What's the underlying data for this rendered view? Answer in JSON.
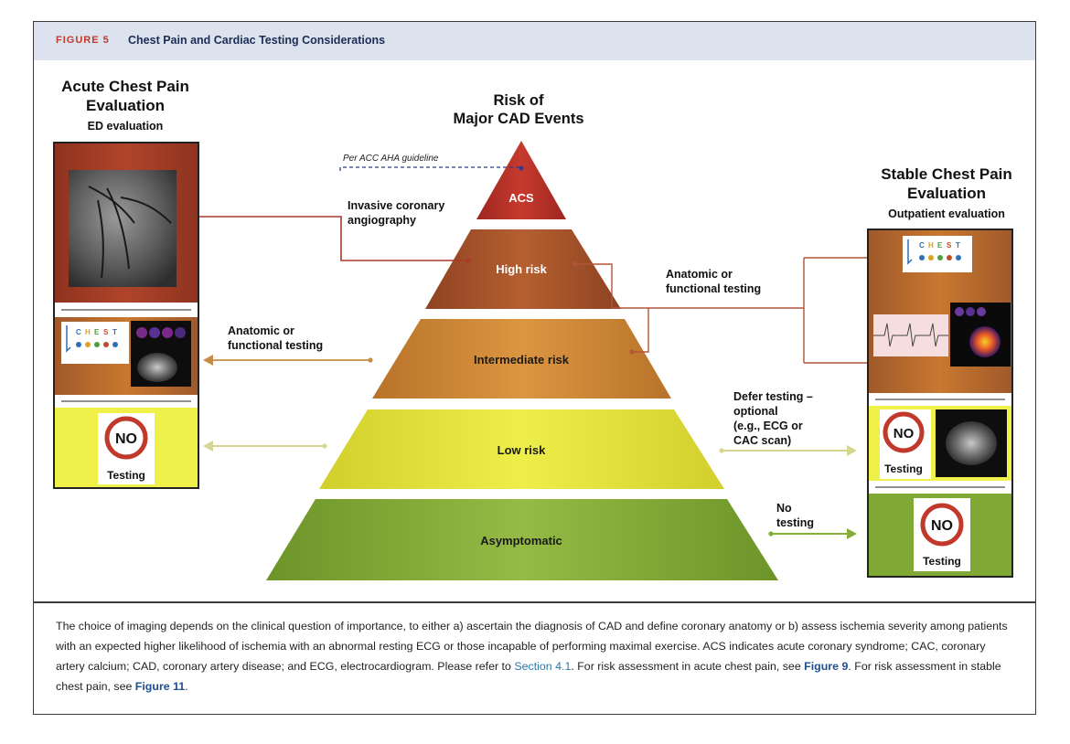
{
  "header": {
    "figure_number": "FIGURE 5",
    "figure_title": "Chest Pain and Cardiac Testing Considerations"
  },
  "left_panel": {
    "title_line1": "Acute Chest Pain",
    "title_line2": "Evaluation",
    "subtitle": "ED evaluation",
    "no_label": "NO",
    "testing_label": "Testing"
  },
  "right_panel": {
    "title_line1": "Stable Chest Pain",
    "title_line2": "Evaluation",
    "subtitle": "Outpatient evaluation",
    "no_label": "NO",
    "testing_label": "Testing"
  },
  "pyramid": {
    "title_line1": "Risk of",
    "title_line2": "Major CAD Events",
    "levels": [
      "ACS",
      "High risk",
      "Intermediate risk",
      "Low risk",
      "Asymptomatic"
    ],
    "colors": {
      "acs": "#b82f27",
      "high": "#a8532a",
      "intermediate": "#d18a36",
      "low": "#e2e23a",
      "asymptomatic": "#86ad3a"
    }
  },
  "annotations": {
    "guideline": "Per ACC AHA guideline",
    "invasive_line1": "Invasive coronary",
    "invasive_line2": "angiography",
    "anatomic_right_line1": "Anatomic or",
    "anatomic_right_line2": "functional testing",
    "anatomic_left_line1": "Anatomic or",
    "anatomic_left_line2": "functional testing",
    "defer_line1": "Defer testing –",
    "defer_line2": "optional",
    "defer_line3": "(e.g., ECG or",
    "defer_line4": "CAC scan)",
    "no_testing_line1": "No",
    "no_testing_line2": "testing"
  },
  "chest_logo": {
    "letters": [
      "C",
      "H",
      "E",
      "S",
      "T"
    ]
  },
  "caption": {
    "part1": "The choice of imaging depends on the clinical question of importance, to either a) ascertain the diagnosis of CAD and define coronary anatomy or b) assess ischemia severity among patients with an expected higher likelihood of ischemia with an abnormal resting ECG or those incapable of performing maximal exercise. ACS indicates acute coronary syndrome; CAC, coronary artery calcium; CAD, coronary artery disease; and ECG, electrocardiogram. Please refer to ",
    "section_link": "Section 4.1",
    "part2": ". For risk assessment in acute chest pain, see ",
    "figure9_link": "Figure 9",
    "part3": ". For risk assessment in stable chest pain, see ",
    "figure11_link": "Figure 11",
    "part4": "."
  }
}
